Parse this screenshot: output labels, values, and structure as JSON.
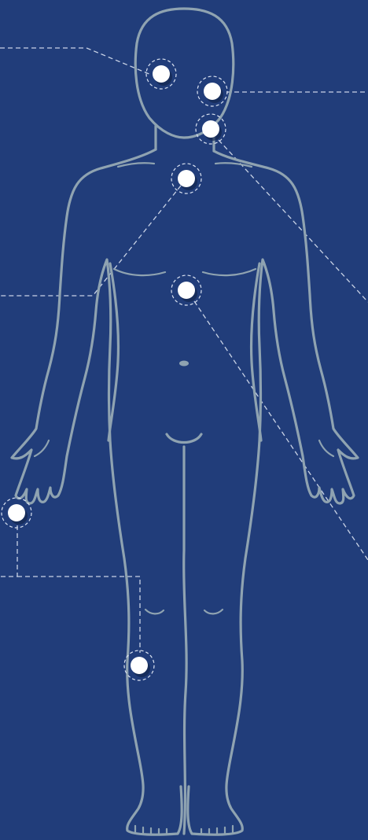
{
  "colors": {
    "background": "#213d7a",
    "outline": "#8fa3b1",
    "leader": "#c9d3e6",
    "marker": "#ffffff"
  },
  "hotspots": [
    {
      "id": "left-eye",
      "interactive": true
    },
    {
      "id": "right-ear",
      "interactive": true
    },
    {
      "id": "jaw",
      "interactive": true
    },
    {
      "id": "throat",
      "interactive": true
    },
    {
      "id": "chest",
      "interactive": true
    },
    {
      "id": "left-hand",
      "interactive": true
    },
    {
      "id": "left-knee",
      "interactive": true
    }
  ]
}
